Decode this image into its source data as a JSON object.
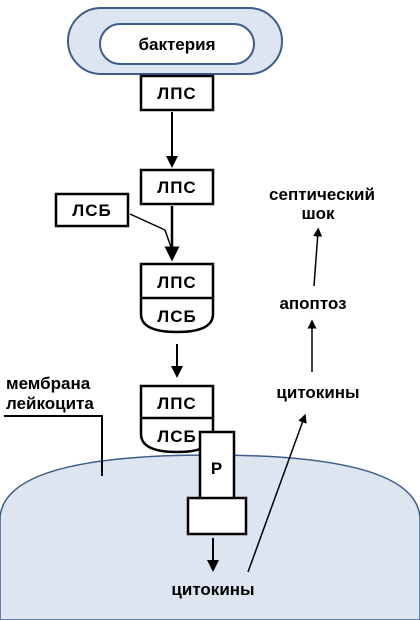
{
  "labels": {
    "bacteria": "бактерия",
    "lps_1": "ЛПС",
    "lps_2": "ЛПС",
    "lsb_free": "ЛСБ",
    "lps_3": "ЛПС",
    "lsb_3": "ЛСБ",
    "lps_4": "ЛПС",
    "lsb_4": "ЛСБ",
    "receptor": "Р",
    "septic_shock_line1": "септический",
    "septic_shock_line2": "шок",
    "apoptosis": "апоптоз",
    "cytokines_right": "цитокины",
    "membrane_line1": "мембрана",
    "membrane_line2": "лейкоцита",
    "cytokines_bottom": "цитокины"
  },
  "colors": {
    "cell_fill": "#dde5f0",
    "bacteria_fill": "#dde5f0",
    "stroke": "#000000",
    "bacteria_stroke": "#3d5d8a"
  }
}
